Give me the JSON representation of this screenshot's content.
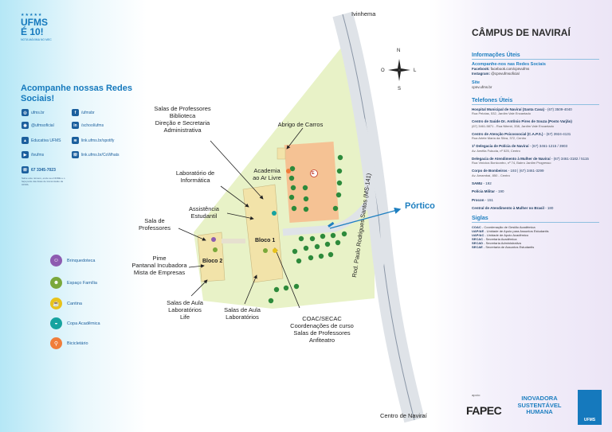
{
  "logo": {
    "line1": "UFMS",
    "line2": "É 10!",
    "line3": "NOTA MÁXIMA NO MEC"
  },
  "social": {
    "heading": "Acompanhe nossas Redes Sociais!",
    "items": [
      {
        "icon": "globe-icon",
        "text": "ufms.br"
      },
      {
        "icon": "facebook-icon",
        "text": "/ufmsbr"
      },
      {
        "icon": "instagram-icon",
        "text": "@ufmsoficial"
      },
      {
        "icon": "linkedin-icon",
        "text": "/school/ufms"
      },
      {
        "icon": "graduation-icon",
        "text": "Educativa UFMS"
      },
      {
        "icon": "spotify-icon",
        "text": "link.ufms.br/spotify"
      },
      {
        "icon": "youtube-icon",
        "text": "/tvufms"
      },
      {
        "icon": "whatsapp-icon",
        "text": "link.ufms.br/CoWhats"
      },
      {
        "icon": "whatsapp-icon",
        "text": "67 3345-7023"
      }
    ],
    "wa_note": "Salve este número, envie seu NOME e o faça parte das listas de transmissão da UFMS."
  },
  "legend": [
    {
      "icon": "toy-library-icon",
      "label": "Brinquedoteca",
      "color": "#8d5bb0"
    },
    {
      "icon": "family-icon",
      "label": "Espaço Família",
      "color": "#7aa83a"
    },
    {
      "icon": "canteen-icon",
      "label": "Cantina",
      "color": "#e8c21a"
    },
    {
      "icon": "cafe-icon",
      "label": "Copa Acadêmica",
      "color": "#16a3a0"
    },
    {
      "icon": "bicycle-icon",
      "label": "Bicicletário",
      "color": "#f07d3a"
    }
  ],
  "map": {
    "roads": {
      "north": "Ivinhema",
      "south": "Centro de Naviraí",
      "main": "Rod. Paulo Rodrigues Santos (MS-141)"
    },
    "compass": {
      "n": "N",
      "s": "S",
      "o": "O",
      "l": "L"
    },
    "portico": "Pórtico",
    "academia_marker": "E",
    "block1": "Bloco 1",
    "block2": "Bloco 2",
    "labels": {
      "salas_prof_top": [
        "Salas de Professores",
        "Biblioteca",
        "Direção e Secretaria",
        "Administrativa"
      ],
      "abrigo": "Abrigo de Carros",
      "lab_info": [
        "Laboratório de",
        "Informática"
      ],
      "academia": [
        "Academia",
        "ao Ar Livre"
      ],
      "assistencia": [
        "Assistência",
        "Estudantil"
      ],
      "sala_prof": [
        "Sala de",
        "Professores"
      ],
      "pime": [
        "Pime",
        "Pantanal Incubadora",
        "Mista de Empresas"
      ],
      "salas_aula_left": [
        "Salas de Aula",
        "Laboratórios",
        "Life"
      ],
      "salas_aula_mid": [
        "Salas de Aula",
        "Laboratórios"
      ],
      "coac": [
        "COAC/SECAC",
        "Coordenações de curso",
        "Salas de Professores",
        "Anfiteatro"
      ]
    },
    "colors": {
      "grass": "#e8f2c7",
      "sports": "#f5c294",
      "building": "#f2e3a9",
      "road": "#e4e7ec",
      "trees": "#2d8a3b",
      "portico_arrow": "#1e7fc0"
    }
  },
  "right": {
    "title": "CÂMPUS DE NAVIRAÍ",
    "info_heading": "Informações Úteis",
    "social_sub": "Acompanhe-nos nas Redes Sociais",
    "facebook": {
      "k": "Facebook:",
      "v": "facebook.com/cpnvufms"
    },
    "instagram": {
      "k": "Instagram:",
      "v": "@cpnvufmsoficial"
    },
    "site_sub": "Site",
    "site": "cpnv.ufms.br",
    "phones_heading": "Telefones Úteis",
    "phones": [
      {
        "name": "Hospital Municipal de Naviraí (Santa Casa)",
        "tel": " - (67) 3509-4040",
        "addr": "Rua Pelotas, 532, Jardim Vale Encantado"
      },
      {
        "name": "Centro de Saúde Dr. Antônio Pires de Souza (Posto Varjão)",
        "tel": "",
        "addr": "(67) 3461-5871 - Rua Niterói, 338, Jardim Vale Encantado"
      },
      {
        "name": "Centro de Atenção Psicossocial (C.A.P.S.)",
        "tel": " - (67) 3924-4131",
        "addr": "Rua Arlete Maria da Silva, 372, Centro"
      },
      {
        "name": "1ª Delegacia de Polícia de Naviraí",
        "tel": " - (67) 3461-1215 / 3903",
        "addr": "Av. Amélia Fukuda, nº 525, Centro"
      },
      {
        "name": "Delegacia de Atendimento à Mulher de Naviraí",
        "tel": " - (67) 3461-3182 / 5115",
        "addr": "Rua Vinícius Bonicontro, nº 74, Bairro Jardim Progresso"
      },
      {
        "name": "Corpo de Bombeiros",
        "tel": " - 193 | (67) 3461-3299",
        "addr": "Av. Amambaí, 850 - Centro"
      },
      {
        "name": "SAMU",
        "tel": " - 192",
        "addr": ""
      },
      {
        "name": "Polícia Militar",
        "tel": " - 190",
        "addr": ""
      },
      {
        "name": "Procon",
        "tel": " - 151",
        "addr": ""
      },
      {
        "name": "Central de Atendimento à Mulher no Brasil",
        "tel": " - 180",
        "addr": ""
      }
    ],
    "siglas_heading": "Siglas",
    "siglas": [
      {
        "k": "COAC",
        "v": " - Coordenação de Gestão Acadêmica"
      },
      {
        "k": "UAP/AE",
        "v": " - Unidade de Apoio para Assuntos Estudantis"
      },
      {
        "k": "UAP/AC",
        "v": " - Unidade de Apoio Acadêmico"
      },
      {
        "k": "SECAC",
        "v": " - Secretaria Acadêmica"
      },
      {
        "k": "SECAD",
        "v": " - Secretaria Administrativa"
      },
      {
        "k": "SECAE",
        "v": " - Secretaria de Assuntos Estudantis"
      }
    ]
  },
  "footer": {
    "apoio": "apoio:",
    "fapec": "FAPEC",
    "inov": [
      "INOVADORA",
      "SUSTENTÁVEL",
      "HUMANA"
    ],
    "ufms": "UFMS"
  }
}
